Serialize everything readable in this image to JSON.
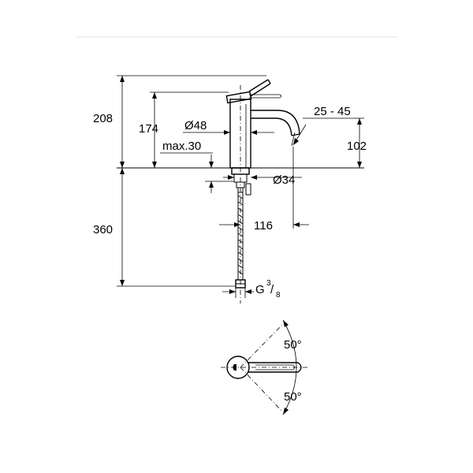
{
  "dimensions": {
    "total_height": "208",
    "spout_height": "174",
    "body_diameter": "Ø48",
    "max_thickness": "max.30",
    "spout_angle_range": "25 - 45",
    "outlet_height": "102",
    "shank_diameter": "Ø34",
    "hose_length": "360",
    "projection": "116",
    "connection_thread": "G",
    "connection_fraction_num": "3",
    "connection_fraction_den": "8",
    "swivel_angle_top": "50°",
    "swivel_angle_bottom": "50°"
  }
}
